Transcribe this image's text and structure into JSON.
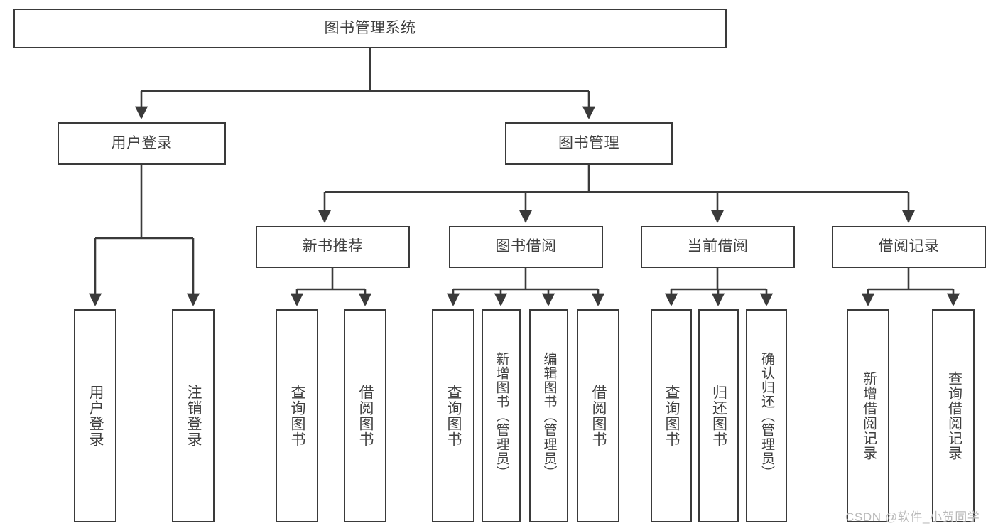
{
  "diagram": {
    "title": "图书管理系统",
    "type": "tree",
    "watermark": "CSDN @软件_小贺同学",
    "colors": {
      "box_border": "#3a3a3a",
      "box_fill": "#ffffff",
      "text": "#3f3f3f",
      "connector": "#3a3a3a",
      "watermark": "#b9b9b9"
    },
    "levels": {
      "root": {
        "label": "图书管理系统"
      },
      "level2": [
        {
          "label": "用户登录"
        },
        {
          "label": "图书管理"
        }
      ],
      "level3": [
        {
          "label": "新书推荐"
        },
        {
          "label": "图书借阅"
        },
        {
          "label": "当前借阅"
        },
        {
          "label": "借阅记录"
        }
      ],
      "leaves": {
        "user_login": [
          {
            "label": "用户登录"
          },
          {
            "label": "注销登录"
          }
        ],
        "new_book_recommend": [
          {
            "label": "查询图书"
          },
          {
            "label": "借阅图书"
          }
        ],
        "book_borrow": [
          {
            "label": "查询图书"
          },
          {
            "label": "新增图书（管理员）"
          },
          {
            "label": "编辑图书（管理员）"
          },
          {
            "label": "借阅图书"
          }
        ],
        "current_borrow": [
          {
            "label": "查询图书"
          },
          {
            "label": "归还图书"
          },
          {
            "label": "确认归还（管理员）"
          }
        ],
        "borrow_record": [
          {
            "label": "新增借阅记录"
          },
          {
            "label": "查询借阅记录"
          }
        ]
      }
    }
  }
}
